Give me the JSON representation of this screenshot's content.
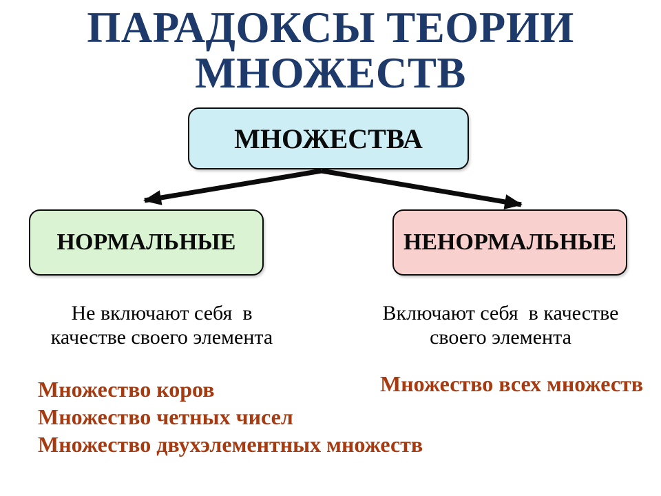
{
  "slide": {
    "background_color": "#ffffff",
    "title": {
      "lines": [
        "ПАРАДОКСЫ ТЕОРИИ",
        "МНОЖЕСТВ"
      ],
      "color": "#1d3a6b"
    }
  },
  "diagram": {
    "root_box": {
      "label": "МНОЖЕСТВА",
      "fill_color": "#cdeef4",
      "border_color": "#0c0c0c"
    },
    "left_box": {
      "label": "НОРМАЛЬНЫЕ",
      "fill_color": "#d9f3d3",
      "border_color": "#0c0c0c"
    },
    "right_box": {
      "label": "НЕНОРМАЛЬНЫЕ",
      "fill_color": "#f8d1ce",
      "border_color": "#0c0c0c"
    },
    "arrow_color": "#0c0c0c"
  },
  "descriptions": {
    "left": {
      "lines": [
        "Не включают себя  в",
        "качестве своего элемента"
      ]
    },
    "right": {
      "lines": [
        "Включают себя  в качестве",
        "своего элемента"
      ]
    },
    "text_color": "#000000"
  },
  "examples": {
    "left_items": [
      "Множество коров",
      "Множество четных чисел",
      "Множество двухэлементных множеств"
    ],
    "right_item": "Множество всех множеств",
    "text_color": "#a63b11"
  }
}
